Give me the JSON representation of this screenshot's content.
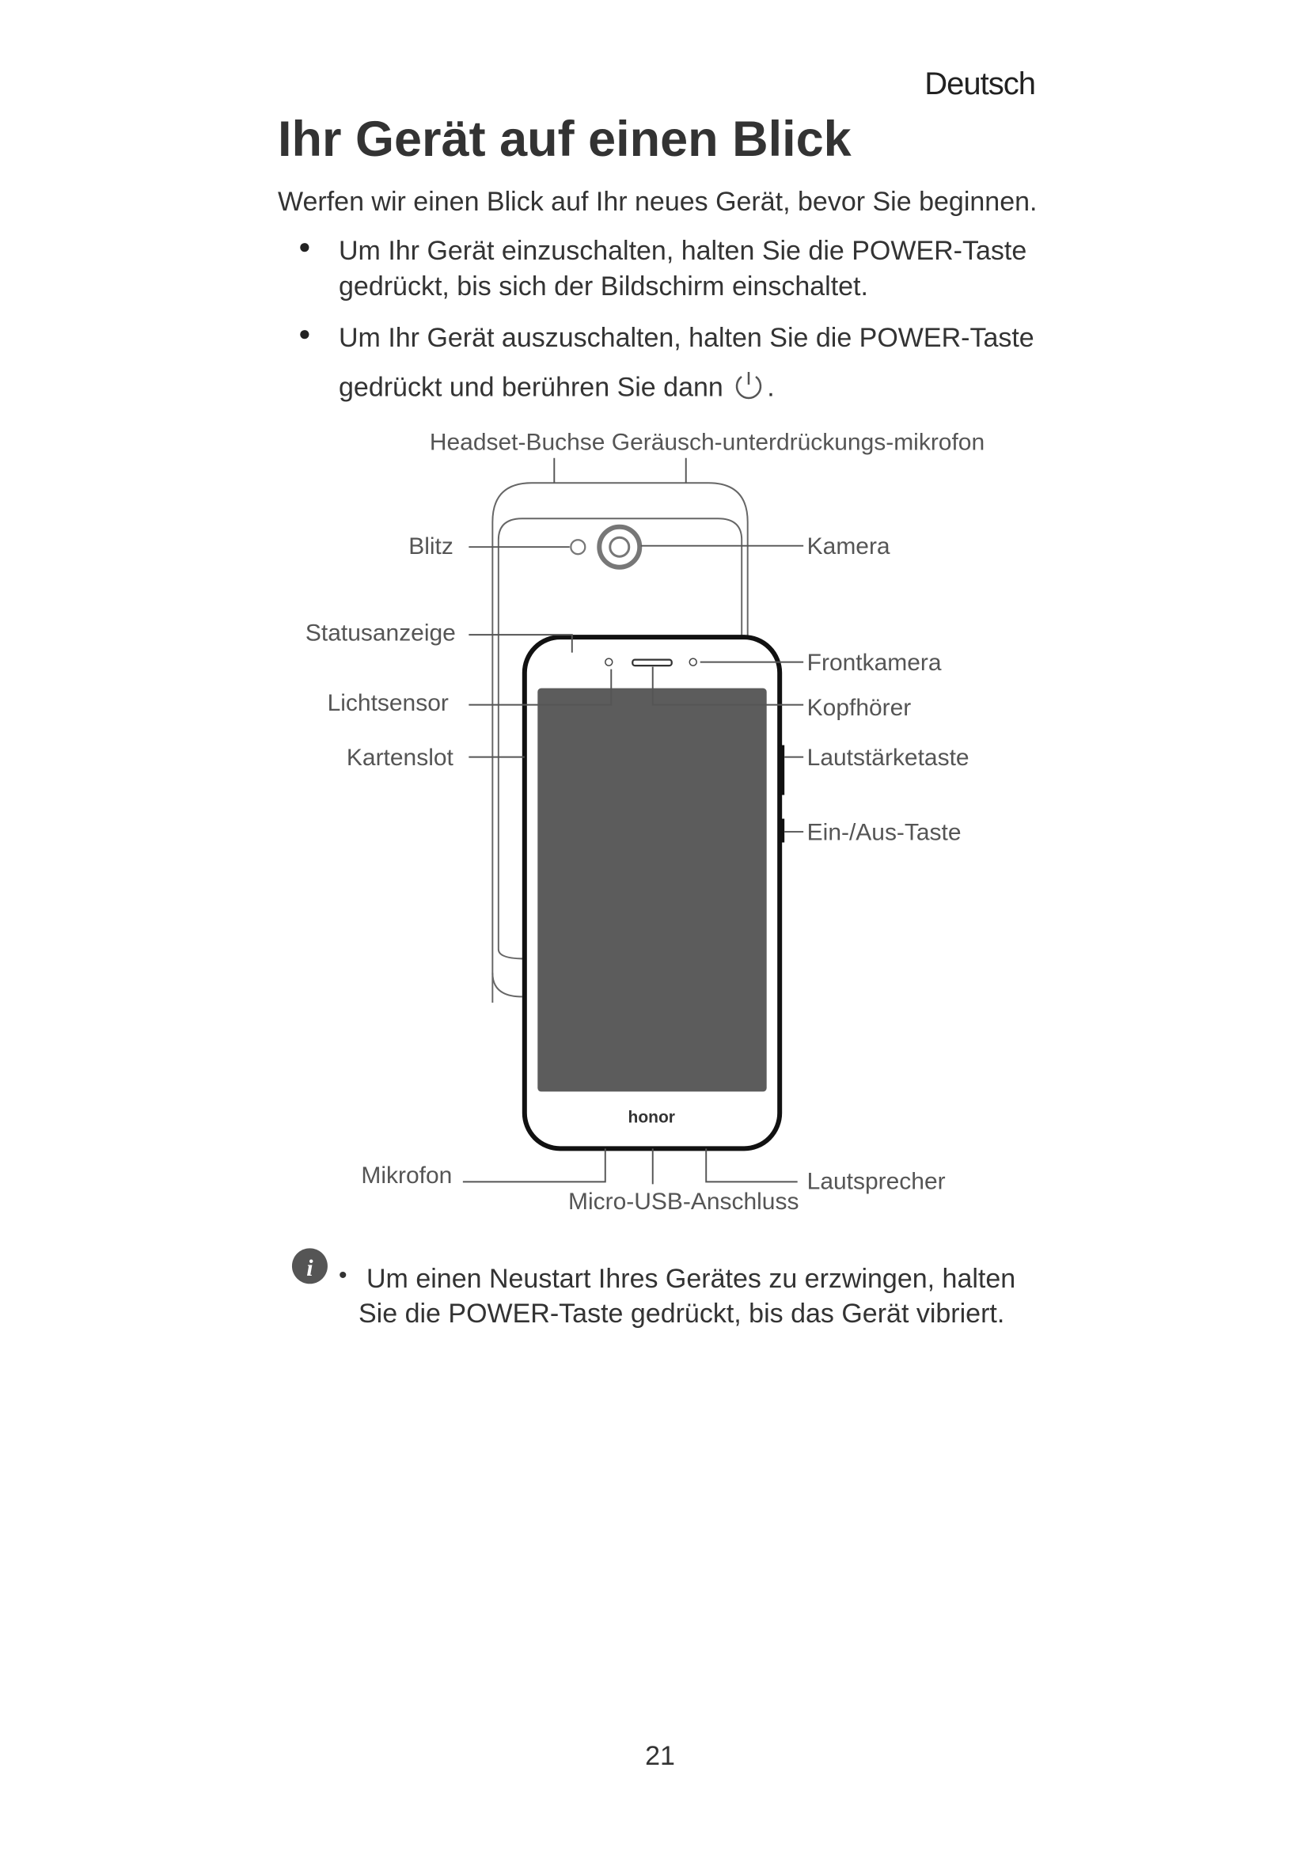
{
  "header": {
    "language": "Deutsch"
  },
  "title": "Ihr Gerät auf einen Blick",
  "intro": "Werfen wir einen Blick auf Ihr neues Gerät, bevor Sie beginnen.",
  "bullets": [
    {
      "line1": "Um Ihr Gerät einzuschalten, halten Sie die POWER-Taste",
      "line2": "gedrückt, bis sich der Bildschirm einschaltet."
    },
    {
      "line1": "Um Ihr Gerät auszuschalten, halten Sie die POWER-Taste",
      "line2": "gedrückt und berühren Sie dann",
      "line2_suffix": ".",
      "icon": "power-icon"
    }
  ],
  "diagram": {
    "labels": {
      "top": "Headset-Buchse Geräusch-unterdrückungs-mikrofon",
      "blitz": "Blitz",
      "kamera": "Kamera",
      "statusanzeige": "Statusanzeige",
      "lichtsensor": "Lichtsensor",
      "kartenslot": "Kartenslot",
      "frontkamera": "Frontkamera",
      "kopfhoerer": "Kopfhörer",
      "lautstaerketaste": "Lautstärketaste",
      "einaus": "Ein-/Aus-Taste",
      "mikrofon": "Mikrofon",
      "usb": "Micro-USB-Anschluss",
      "lautsprecher": "Lautsprecher"
    },
    "brand_logo": "honor"
  },
  "note": {
    "icon": "info-icon",
    "line1": "Um einen Neustart Ihres Gerätes zu erzwingen, halten",
    "line2": "Sie die POWER-Taste gedrückt, bis das Gerät vibriert."
  },
  "page_number": "21"
}
